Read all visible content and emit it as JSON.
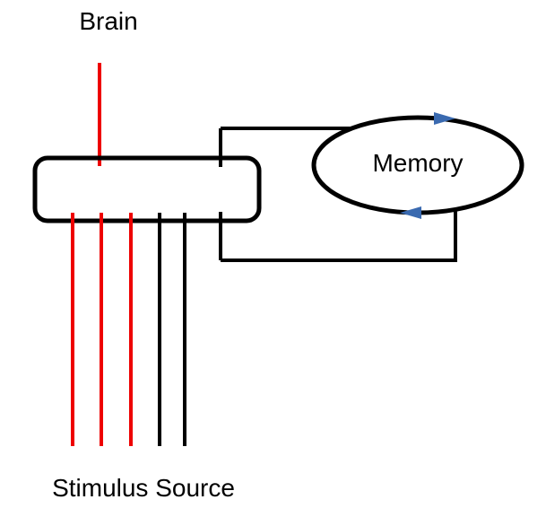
{
  "labels": {
    "brain": "Brain",
    "memory": "Memory",
    "stimulus_source": "Stimulus Source"
  },
  "colors": {
    "signal_line": "#ee0000",
    "structure_line": "#000000",
    "arrow": "#3a6ab0",
    "background": "#ffffff"
  }
}
